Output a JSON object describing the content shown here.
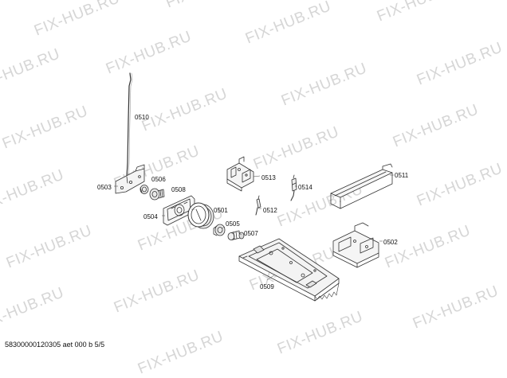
{
  "watermark": {
    "text": "FIX-HUB.RU"
  },
  "parts": [
    {
      "id": "p0510",
      "label": "0510"
    },
    {
      "id": "p0503",
      "label": "0503"
    },
    {
      "id": "p0506",
      "label": "0506"
    },
    {
      "id": "p0508",
      "label": "0508"
    },
    {
      "id": "p0504",
      "label": "0504"
    },
    {
      "id": "p0501",
      "label": "0501"
    },
    {
      "id": "p0505",
      "label": "0505"
    },
    {
      "id": "p0507",
      "label": "0507"
    },
    {
      "id": "p0509",
      "label": "0509"
    },
    {
      "id": "p0513",
      "label": "0513"
    },
    {
      "id": "p0512",
      "label": "0512"
    },
    {
      "id": "p0514",
      "label": "0514"
    },
    {
      "id": "p0511",
      "label": "0511"
    },
    {
      "id": "p0502",
      "label": "0502"
    }
  ],
  "footer": {
    "text": "58300000120305 aet 000 b 5/5"
  }
}
